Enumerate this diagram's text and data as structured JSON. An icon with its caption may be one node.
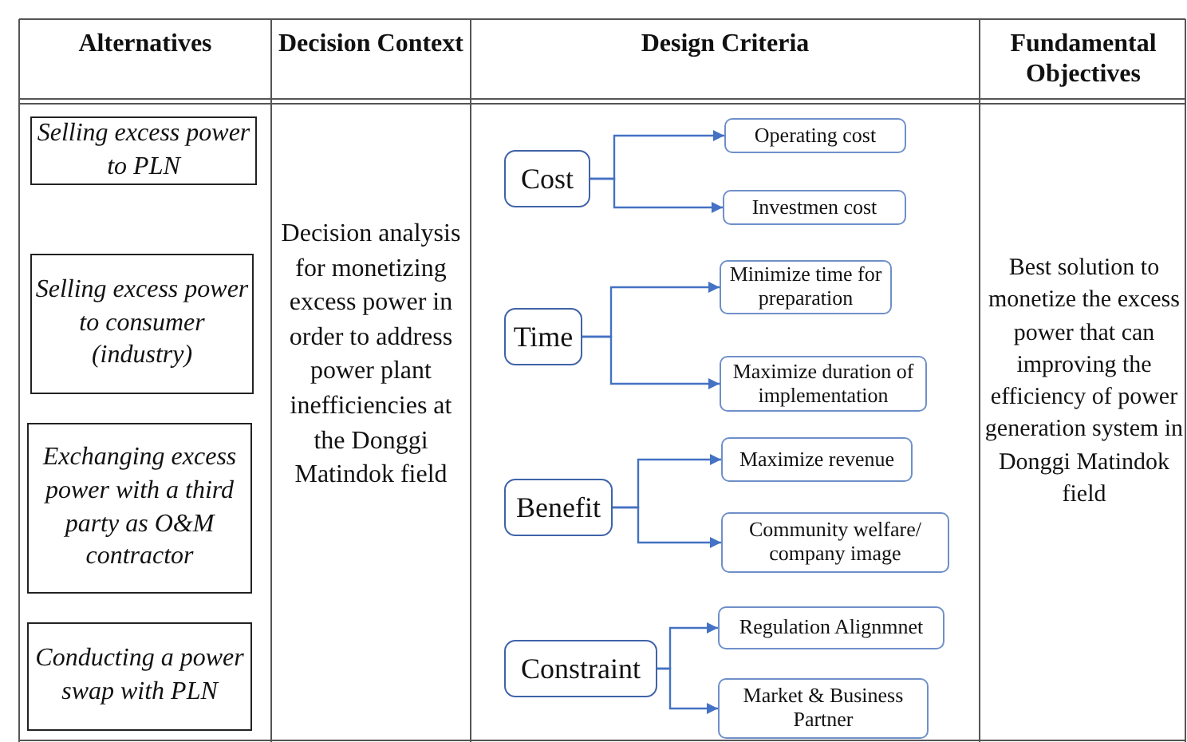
{
  "diagram": {
    "nodes": [
      {
        "text": [
          "Selling excess power to PLN"
        ]
      },
      {
        "text": [
          "Selling excess power to consumer (industry)"
        ]
      },
      {
        "text": [
          "Exchanging excess power with a third party as O&M contractor"
        ]
      },
      {
        "text": [
          "Conducting a power swap with PLN"
        ]
      },
      {
        "text": [
          "Cost"
        ]
      },
      {
        "text": [
          "Operating cost"
        ]
      },
      {
        "text": [
          "Investmen cost"
        ]
      },
      {
        "text": [
          "Time"
        ]
      },
      {
        "text": [
          "Minimize time for preparation"
        ]
      },
      {
        "text": [
          "Maximize duration of implementation"
        ]
      },
      {
        "text": [
          "Benefit"
        ]
      },
      {
        "text": [
          "Maximize revenue"
        ]
      },
      {
        "text": [
          "Community welfare/ company image"
        ]
      },
      {
        "text": [
          "Constraint"
        ]
      },
      {
        "text": [
          "Regulation Alignmnet"
        ]
      },
      {
        "text": [
          "Market & Business Partner"
        ]
      }
    ],
    "edges": [
      {
        "from": 4,
        "to": 5,
        "arrow": "to"
      },
      {
        "from": 4,
        "to": 6,
        "arrow": "to"
      },
      {
        "from": 7,
        "to": 8,
        "arrow": "to"
      },
      {
        "from": 7,
        "to": 9,
        "arrow": "to"
      },
      {
        "from": 10,
        "to": 11,
        "arrow": "to"
      },
      {
        "from": 10,
        "to": 12,
        "arrow": "to"
      },
      {
        "from": 13,
        "to": 14,
        "arrow": "to"
      },
      {
        "from": 13,
        "to": 15,
        "arrow": "to"
      }
    ],
    "labels": [
      "Alternatives",
      "Decision Context",
      "Design Criteria",
      "Fundamental Objectives",
      "Decision analysis for monetizing excess power in order to address power plant inefficiencies at the Donggi Matindok field",
      "Best solution to monetize the excess power that can improving the efficiency of power generation system in Donggi Matindok field"
    ]
  }
}
